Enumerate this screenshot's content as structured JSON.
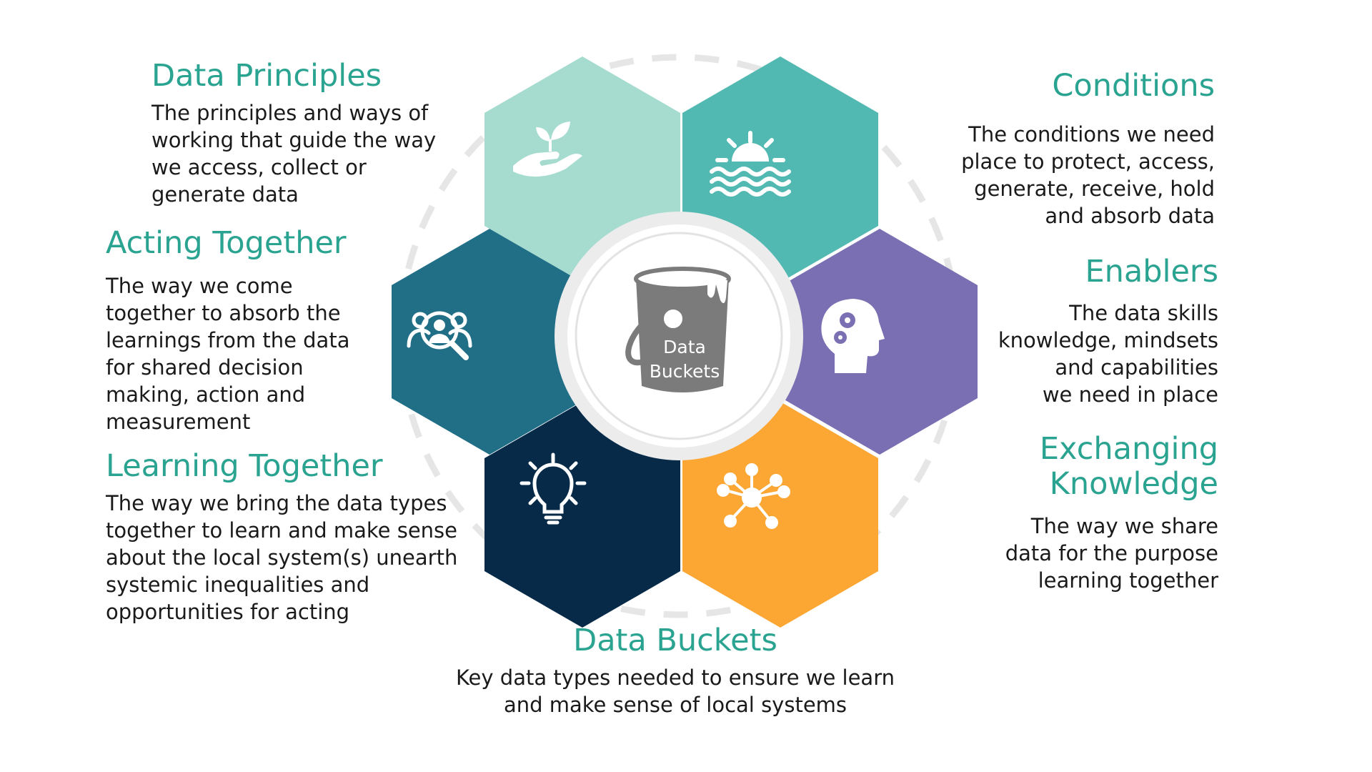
{
  "colors": {
    "heading": "#2aa391",
    "text": "#1a1a1a",
    "hex_data_principles": "#a6dccf",
    "hex_conditions": "#52b9b2",
    "hex_enablers": "#7a6fb2",
    "hex_exchanging_knowledge": "#fca633",
    "hex_learning_together": "#062a48",
    "hex_acting_together": "#216e87",
    "center_ring": "#ececec",
    "bucket": "#7b7b7b",
    "dashed_circle": "#e6e6e6"
  },
  "center": {
    "label_line1": "Data",
    "label_line2": "Buckets",
    "icon": "paint-bucket-icon"
  },
  "hexagons": [
    {
      "key": "data_principles",
      "icon": "plant-in-hand-icon"
    },
    {
      "key": "conditions",
      "icon": "sunrise-over-water-icon"
    },
    {
      "key": "enablers",
      "icon": "head-with-gears-icon"
    },
    {
      "key": "exchanging_knowledge",
      "icon": "network-nodes-icon"
    },
    {
      "key": "learning_together",
      "icon": "lightbulb-icon"
    },
    {
      "key": "acting_together",
      "icon": "people-magnifier-icon"
    }
  ],
  "sections": {
    "data_principles": {
      "title": "Data Principles",
      "description": "The principles and ways of\nworking that guide the way\nwe access, collect or\ngenerate data"
    },
    "conditions": {
      "title": "Conditions",
      "description": "The conditions we need\nplace to protect, access,\ngenerate, receive, hold\nand absorb data"
    },
    "acting_together": {
      "title": "Acting Together",
      "description": "The way we come\ntogether to absorb the\nlearnings from the data\nfor shared decision\nmaking, action and\nmeasurement"
    },
    "enablers": {
      "title": "Enablers",
      "description": "The data skills\nknowledge, mindsets\nand capabilities\nwe need in place"
    },
    "learning_together": {
      "title": "Learning Together",
      "description": "The way we bring the data types\ntogether to learn and make sense\nabout the local system(s) unearth\nsystemic inequalities and\nopportunities for acting"
    },
    "exchanging_knowledge": {
      "title_line1": "Exchanging",
      "title_line2": "Knowledge",
      "description": "The way we share\ndata for the purpose\nlearning together"
    },
    "data_buckets": {
      "title": "Data Buckets",
      "description": "Key data types needed to ensure we learn\nand make sense of local systems"
    }
  }
}
